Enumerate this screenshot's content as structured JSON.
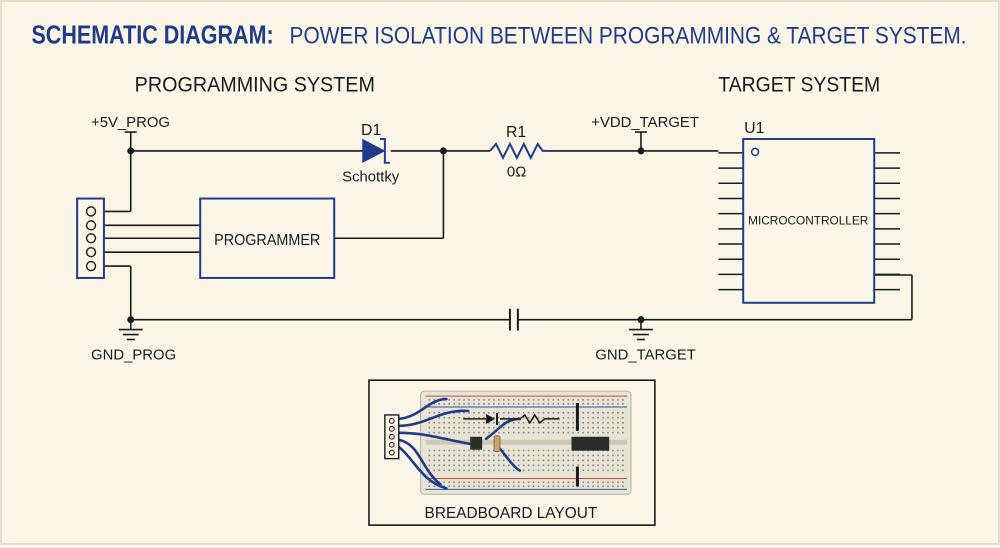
{
  "title": {
    "prefix": "SCHEMATIC DIAGRAM:",
    "text": "POWER ISOLATION BETWEEN PROGRAMMING & TARGET SYSTEM."
  },
  "sections": {
    "programming": "PROGRAMMING SYSTEM",
    "target": "TARGET SYSTEM"
  },
  "nets": {
    "v5_prog": "+5V_PROG",
    "vdd_target": "+VDD_TARGET",
    "gnd_prog": "GND_PROG",
    "gnd_target": "GND_TARGET"
  },
  "components": {
    "d1": {
      "ref": "D1",
      "type": "Schottky"
    },
    "r1": {
      "ref": "R1",
      "value": "0Ω"
    },
    "u1": {
      "ref": "U1",
      "label": "MICROCONTROLLER"
    },
    "programmer": {
      "label": "PROGRAMMER"
    }
  },
  "inset": {
    "caption": "BREADBOARD LAYOUT"
  },
  "colors": {
    "accent": "#1f3b8a",
    "background": "#fbf6e8",
    "ink": "#1a1a1a"
  }
}
